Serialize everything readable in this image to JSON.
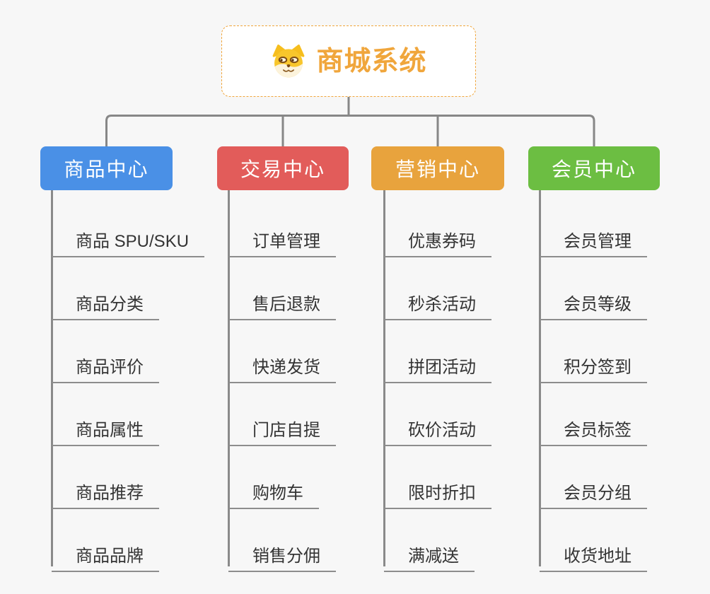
{
  "root": {
    "title": "商城系统",
    "icon": "doge-icon",
    "accent_color": "#f0a63c"
  },
  "branches": [
    {
      "label": "商品中心",
      "color": "#4a90e6",
      "children": [
        "商品 SPU/SKU",
        "商品分类",
        "商品评价",
        "商品属性",
        "商品推荐",
        "商品品牌"
      ]
    },
    {
      "label": "交易中心",
      "color": "#e25c5a",
      "children": [
        "订单管理",
        "售后退款",
        "快递发货",
        "门店自提",
        "购物车",
        "销售分佣"
      ]
    },
    {
      "label": "营销中心",
      "color": "#e8a33d",
      "children": [
        "优惠券码",
        "秒杀活动",
        "拼团活动",
        "砍价活动",
        "限时折扣",
        "满减送"
      ]
    },
    {
      "label": "会员中心",
      "color": "#6cbe42",
      "children": [
        "会员管理",
        "会员等级",
        "积分签到",
        "会员标签",
        "会员分组",
        "收货地址"
      ]
    }
  ]
}
